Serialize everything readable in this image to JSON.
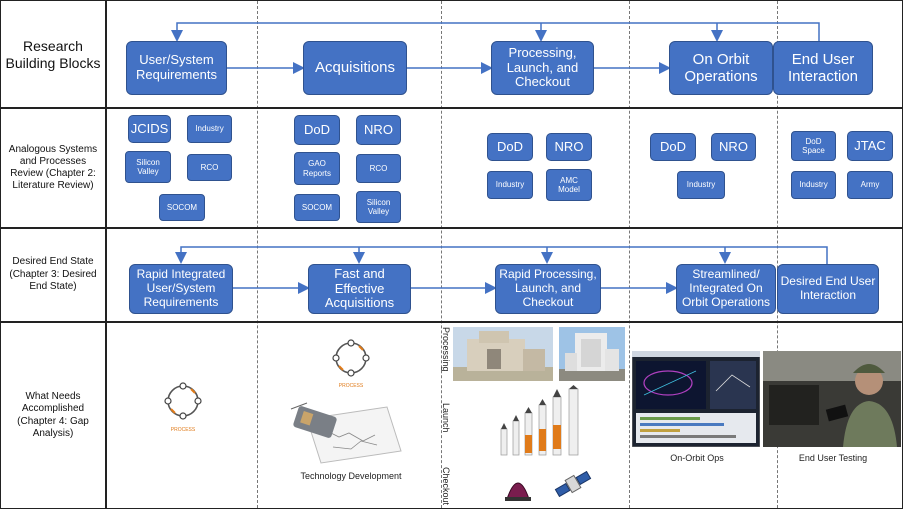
{
  "rows": {
    "r1": "Research Building Blocks",
    "r2": "Analogous Systems and Processes Review (Chapter 2: Literature Review)",
    "r3": "Desired End State (Chapter 3: Desired End State)",
    "r4": "What Needs Accomplished (Chapter 4: Gap Analysis)"
  },
  "blocks": {
    "b1": "User/System Requirements",
    "b2": "Acquisitions",
    "b3": "Processing, Launch, and Checkout",
    "b4": "On Orbit Operations",
    "b5": "End User Interaction"
  },
  "analogs": {
    "jcids": "JCIDS",
    "industry_a": "Industry",
    "silicon_valley_a": "Silicon Valley",
    "rco_a": "RCO",
    "socom_a": "SOCOM",
    "dod_a": "DoD",
    "nro_a": "NRO",
    "gao_reports": "GAO Reports",
    "rco_b": "RCO",
    "socom_b": "SOCOM",
    "silicon_valley_b": "Silicon Valley",
    "dod_b": "DoD",
    "nro_b": "NRO",
    "industry_b": "Industry",
    "amc_model": "AMC Model",
    "dod_c": "DoD",
    "nro_c": "NRO",
    "industry_c": "Industry",
    "dod_space": "DoD Space",
    "jtac": "JTAC",
    "industry_d": "Industry",
    "army": "Army"
  },
  "end_state": {
    "e1": "Rapid Integrated User/System Requirements",
    "e2": "Fast and Effective Acquisitions",
    "e3": "Rapid Processing, Launch, and Checkout",
    "e4": "Streamlined/ Integrated On Orbit Operations",
    "e5": "Desired End User Interaction"
  },
  "gap": {
    "cycle_label": "PROCESS",
    "tech_dev": "Technology Development",
    "processing": "Processing",
    "launch": "Launch",
    "checkout": "Checkout",
    "on_orbit_ops": "On-Orbit Ops",
    "end_user_testing": "End User Testing"
  },
  "colors": {
    "box_fill": "#4472c4",
    "box_border": "#2f528f",
    "arrow": "#4472c4"
  }
}
